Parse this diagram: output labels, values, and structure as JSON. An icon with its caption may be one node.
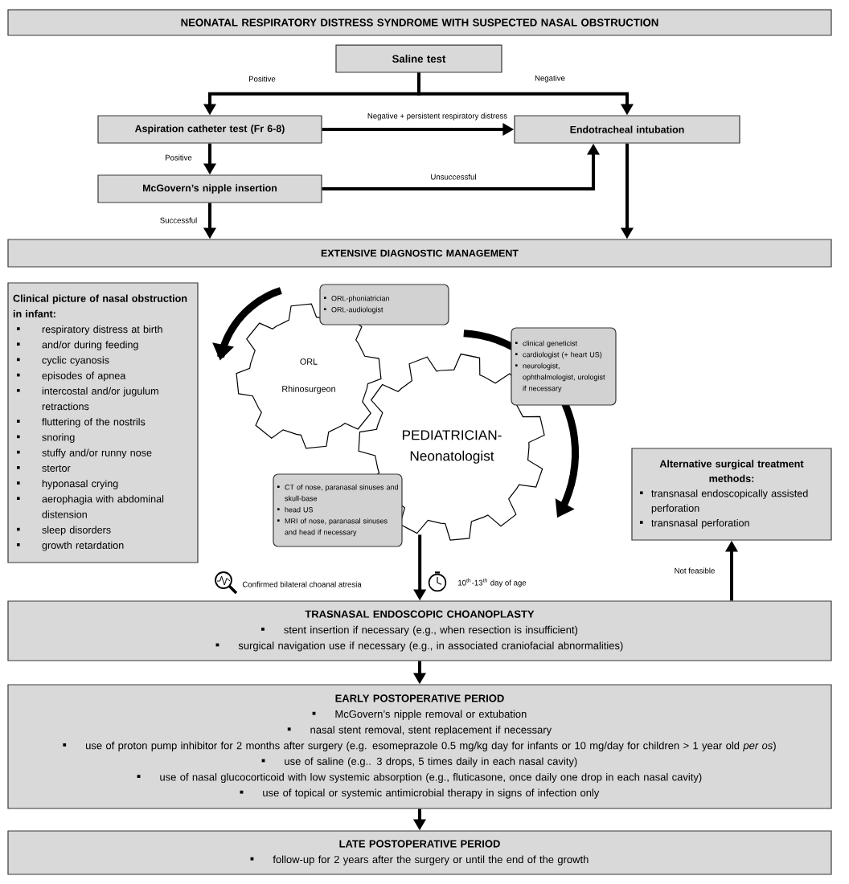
{
  "diagram": {
    "nodes": [
      {
        "text": [
          "NEONATAL RESPIRATORY DISTRESS SYNDROME WITH SUSPECTED NASAL OBSTRUCTION"
        ]
      },
      {
        "text": [
          "Saline test"
        ]
      },
      {
        "text": [
          "Aspiration catheter test (Fr 6-8)"
        ]
      },
      {
        "text": [
          "Endotracheal intubation"
        ]
      },
      {
        "text": [
          "McGovern’s nipple insertion"
        ]
      },
      {
        "text": [
          "EXTENSIVE DIAGNOSTIC MANAGEMENT"
        ]
      },
      {
        "text": [
          "Clinical picture of nasal obstruction in infant:",
          "respiratory distress at birth",
          "and/or during feeding",
          "cyclic cyanosis",
          "episodes of apnea",
          "intercostal and/or jugulum retractions",
          "fluttering of the nostrils",
          "snoring",
          "stuffy and/or runny nose",
          "stertor",
          "hyponasal crying",
          "aerophagia with abdominal distension",
          "sleep disorders",
          "growth retardation"
        ]
      },
      {
        "text": [
          "ORL Rhinosurgeon"
        ]
      },
      {
        "text": [
          "ORL-phoniatrician",
          "ORL-audiologist"
        ]
      },
      {
        "text": [
          "PEDIATRICIAN- Neonatologist"
        ]
      },
      {
        "text": [
          "clinical geneticist",
          "cardiologist (+ heart US)",
          "neurologist, ophthalmologist, urologist if necessary"
        ]
      },
      {
        "text": [
          "CT of nose, paranasal sinuses and skull-base",
          "head US",
          "MRI of nose, paranasal sinuses and head if necessary"
        ]
      },
      {
        "text": [
          "Alternative surgical treatment methods:",
          "transnasal endoscopically assisted perforation",
          "transnasal perforation"
        ]
      },
      {
        "text": [
          "TRASNASAL ENDOSCOPIC CHOANOPLASTY",
          "stent insertion if necessary (e.g., when resection is insufficient)",
          "surgical navigation use if necessary (e.g., in associated craniofacial abnormalities)"
        ]
      },
      {
        "text": [
          "EARLY POSTOPERATIVE PERIOD",
          "McGovern’s nipple removal or extubation",
          "nasal stent removal, stent replacement if necessary",
          "use of proton pump inhibitor for 2 months after surgery (e.g. esomeprazole 0.5 mg/kg day for infants or 10 mg/day for children > 1 year old *per os*)",
          "use of saline (e.g.. 3 drops, 5 times daily in each nasal cavity)",
          "use of nasal glucocorticoid with low systemic absorption (e.g., fluticasone, once daily one drop in each nasal cavity)",
          "use of topical or systemic antimicrobial therapy in signs of infection only"
        ]
      },
      {
        "text": [
          "LATE POSTOPERATIVE PERIOD",
          "follow-up for 2 years after the surgery or until the end of the growth"
        ]
      }
    ],
    "edges": [
      {
        "from": 1,
        "to": 2,
        "arrow": "to",
        "label": "Positive"
      },
      {
        "from": 1,
        "to": 3,
        "arrow": "to",
        "label": "Negative"
      },
      {
        "from": 2,
        "to": 3,
        "arrow": "to",
        "label": "Negative + persistent respiratory distress"
      },
      {
        "from": 2,
        "to": 4,
        "arrow": "to",
        "label": "Positive"
      },
      {
        "from": 4,
        "to": 3,
        "arrow": "to",
        "label": "Unsuccessful"
      },
      {
        "from": 4,
        "to": 5,
        "arrow": "to",
        "label": "Successful"
      },
      {
        "from": 3,
        "to": 5,
        "arrow": "to"
      },
      {
        "from": 9,
        "to": 13,
        "arrow": "to"
      },
      {
        "from": 13,
        "to": 12,
        "arrow": "to",
        "label": "Not feasible"
      },
      {
        "from": 13,
        "to": 14,
        "arrow": "to"
      },
      {
        "from": 14,
        "to": 15,
        "arrow": "to"
      }
    ],
    "labels": [
      "Confirmed bilateral choanal atresia",
      "10$^{th}$-13$^{th}$ day of age"
    ]
  }
}
